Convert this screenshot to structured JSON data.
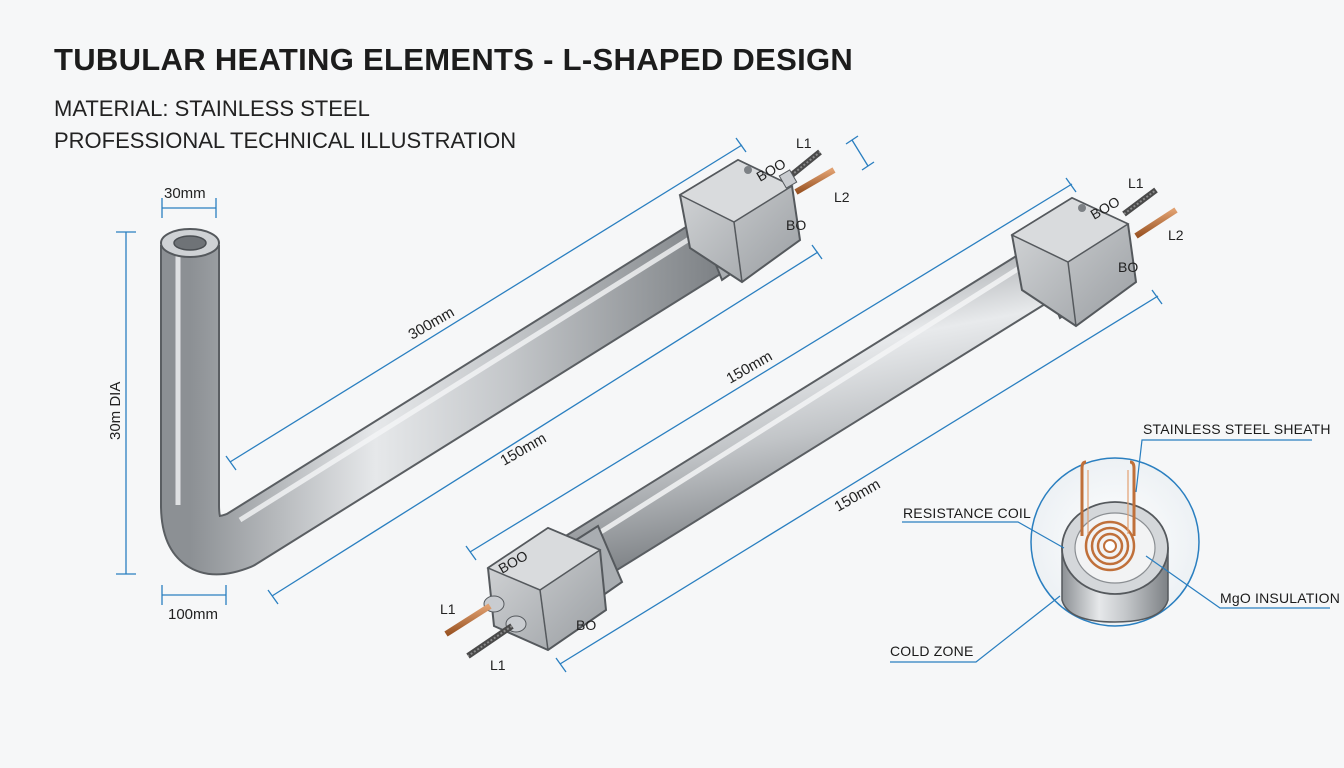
{
  "header": {
    "title": "TUBULAR HEATING ELEMENTS - L-SHAPED DESIGN",
    "material": "MATERIAL: STAINLESS STEEL",
    "style_note": "PROFESSIONAL TECHNICAL ILLUSTRATION"
  },
  "dimensions": {
    "l_top_width": "30mm",
    "l_height": "30m DIA",
    "l_bottom_width": "100mm",
    "l_long_leg": "300mm",
    "l_lower_leg": "150mm",
    "straight_top": "150mm",
    "straight_bottom": "150mm"
  },
  "terminals": {
    "l_shape_a": "L1",
    "l_shape_b": "L2",
    "straight_top_a": "L1",
    "straight_top_b": "L2",
    "straight_bottom_a": "L1",
    "straight_bottom_b": "L1"
  },
  "cross_section": {
    "sheath": "STAINLESS STEEL SHEATH",
    "coil": "RESISTANCE COIL",
    "insulation": "MgO INSULATION",
    "cold_zone": "COLD ZONE"
  },
  "colors": {
    "dimension_line": "#2a7fc0",
    "tube_steel": "#b9bcc0",
    "copper": "#c0703a"
  }
}
